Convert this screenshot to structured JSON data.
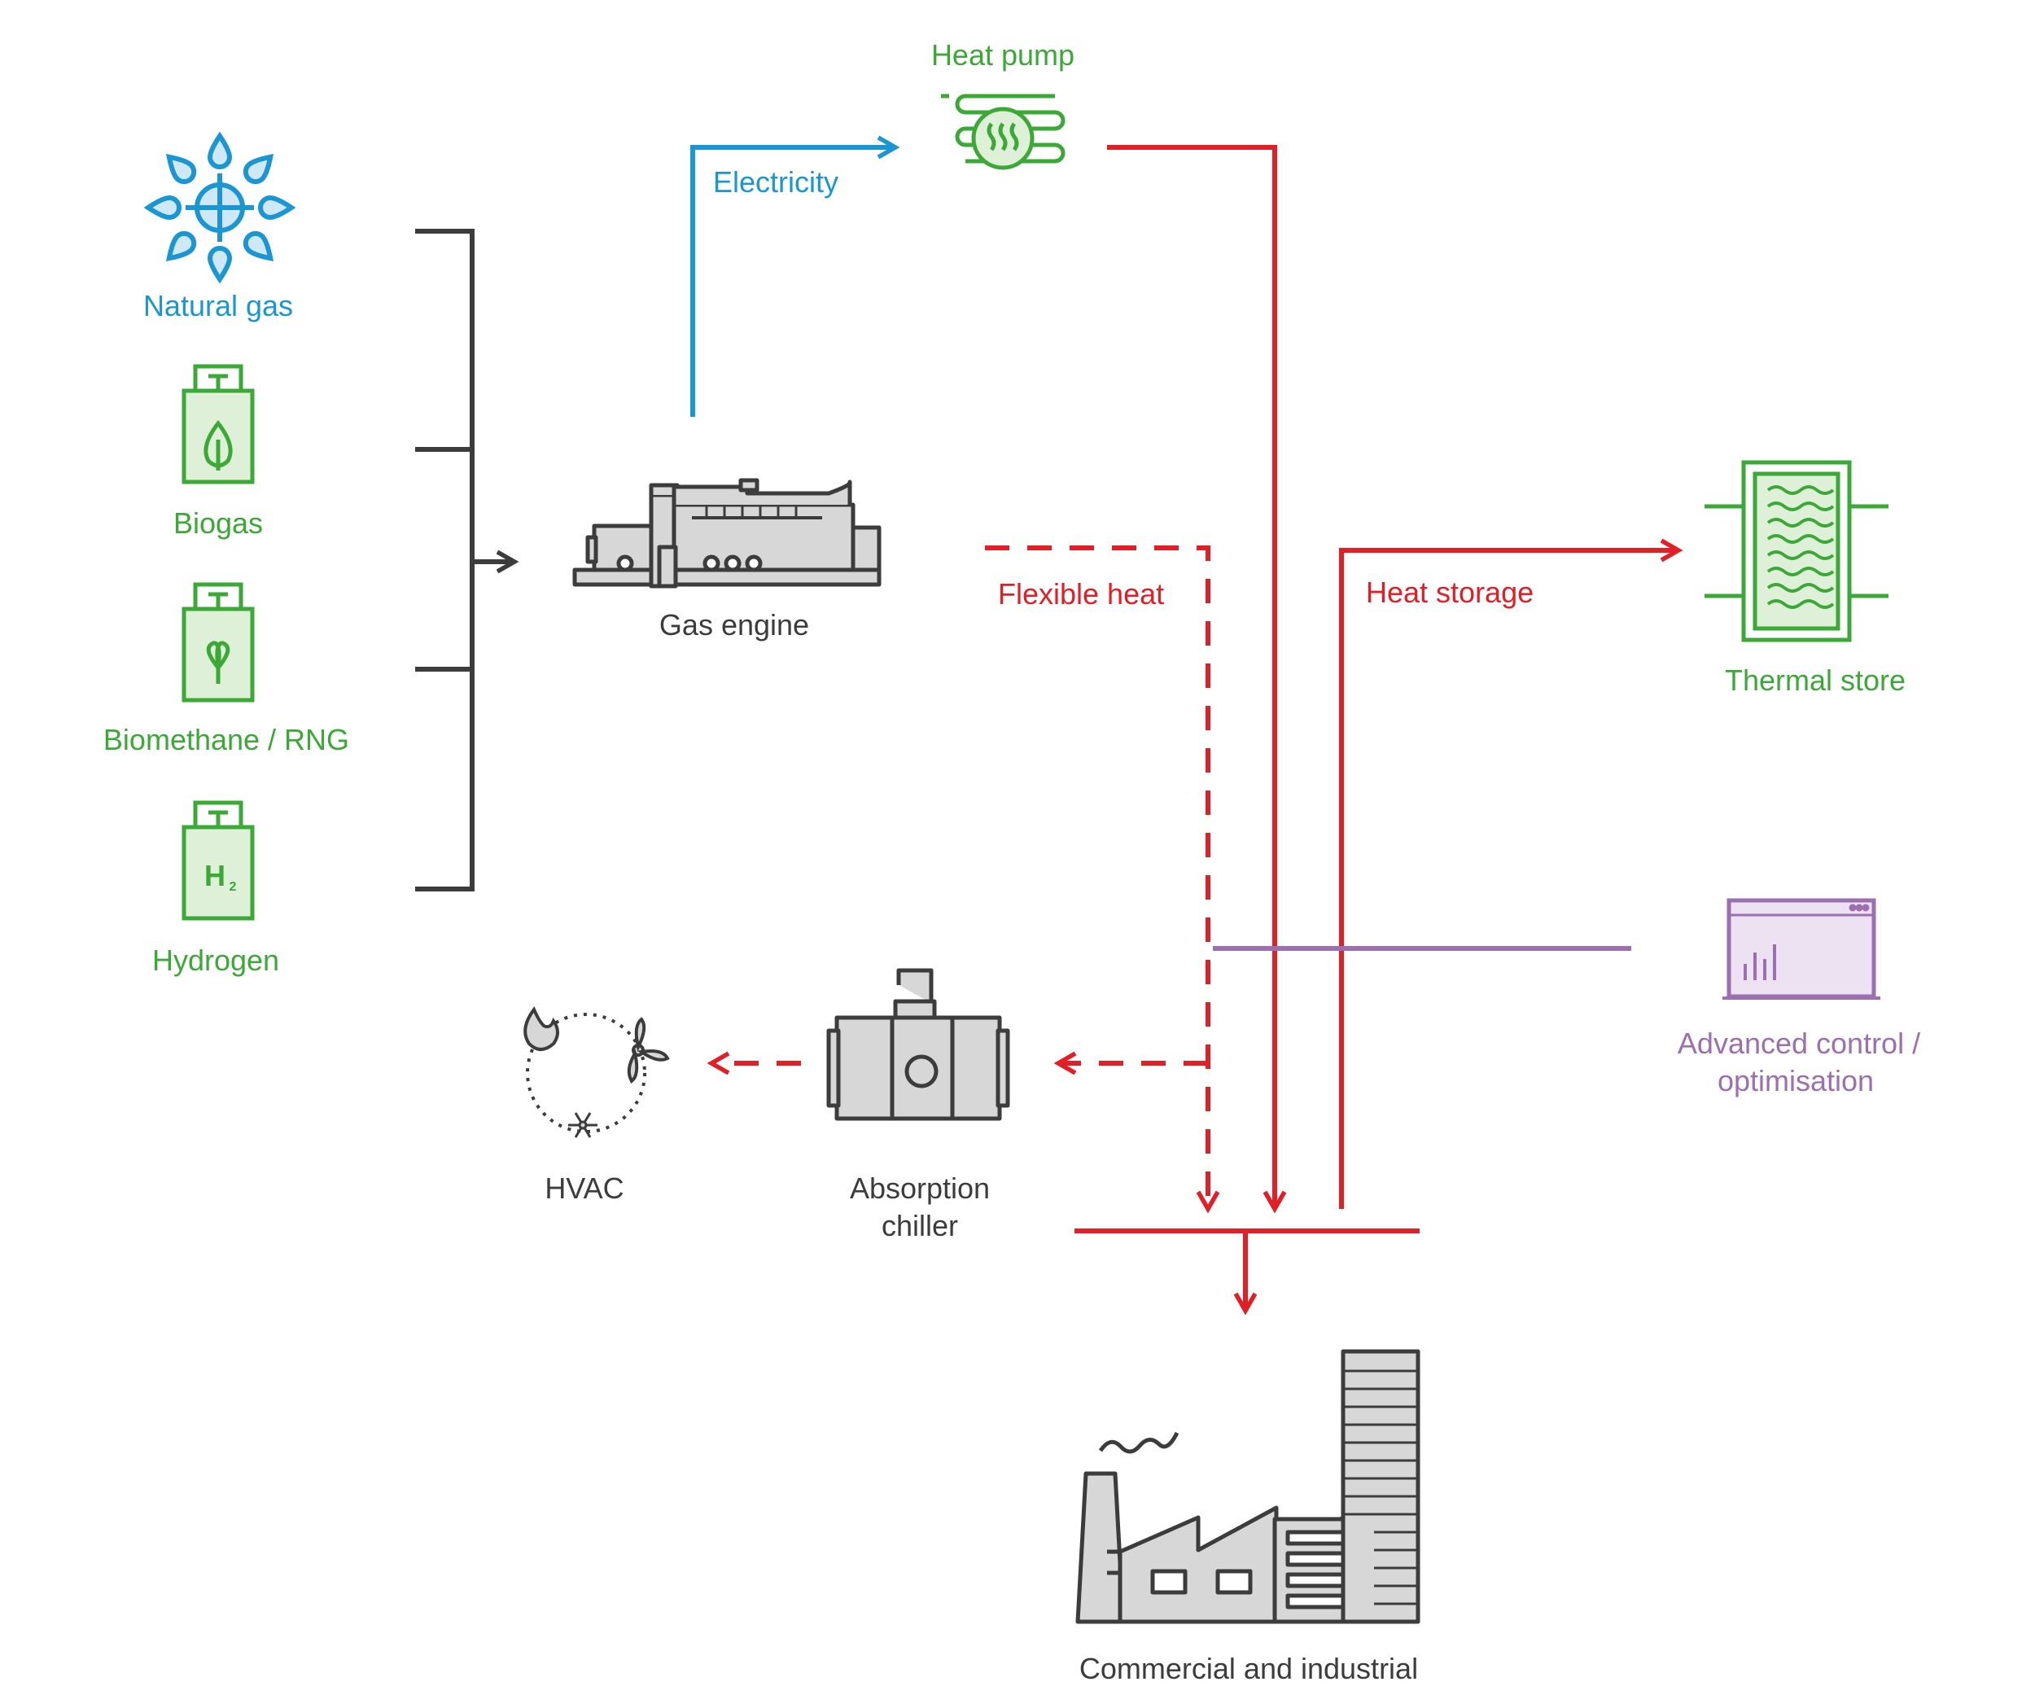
{
  "colors": {
    "electricity": "#1a96d2",
    "heat": "#e31e24",
    "fuel_bracket": "#3c3c3c",
    "renewable": "#3aa935",
    "control": "#9b6fb0",
    "equipment_fill": "#d7d7d7",
    "renewable_fill": "#dff0d8",
    "control_fill": "#ece2f2"
  },
  "fuels": [
    {
      "label": "Natural gas",
      "icon": "natural-gas-icon"
    },
    {
      "label": "Biogas",
      "icon": "biogas-cylinder-icon"
    },
    {
      "label": "Biomethane / RNG",
      "icon": "biomethane-cylinder-icon"
    },
    {
      "label": "Hydrogen",
      "icon": "hydrogen-cylinder-icon"
    }
  ],
  "hydrogen_symbol": "H",
  "hydrogen_subscript": "2",
  "nodes": {
    "heat_pump": "Heat pump",
    "gas_engine": "Gas engine",
    "thermal_store": "Thermal store",
    "control_line1": "Advanced control /",
    "control_line2": "optimisation",
    "hvac": "HVAC",
    "chiller_line1": "Absorption",
    "chiller_line2": "chiller",
    "consumer": "Commercial and industrial"
  },
  "flows": {
    "electricity": "Electricity",
    "flexible_heat": "Flexible heat",
    "heat_storage": "Heat storage"
  }
}
